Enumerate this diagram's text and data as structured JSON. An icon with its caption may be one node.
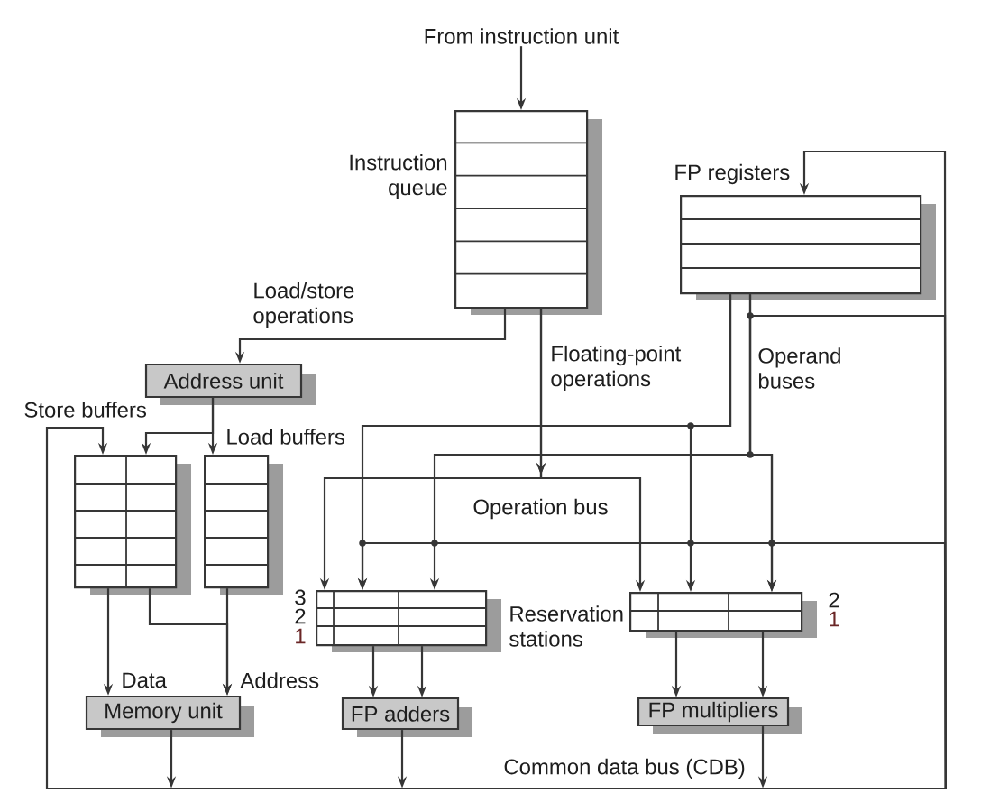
{
  "diagram": {
    "nodes": [
      {
        "text": [
          "From instruction unit"
        ]
      },
      {
        "text": [
          "Instruction queue"
        ]
      },
      {
        "text": [
          "FP registers"
        ]
      },
      {
        "text": [
          "Address unit"
        ]
      },
      {
        "text": [
          "Store buffers"
        ]
      },
      {
        "text": [
          "Load buffers"
        ]
      },
      {
        "text": [],
        "shape": "box",
        "beside": [
          "3",
          "2",
          "1"
        ]
      },
      {
        "text": [],
        "shape": "box",
        "beside": [
          "2",
          "1"
        ]
      },
      {
        "text": [
          "Memory unit"
        ]
      },
      {
        "text": [
          "FP adders"
        ]
      },
      {
        "text": [
          "FP multipliers"
        ]
      },
      {
        "text": [
          "Common data bus (CDB)"
        ]
      }
    ],
    "edges": [
      {
        "from": 0,
        "to": 1,
        "arrow": "to"
      },
      {
        "from": 1,
        "to": 3,
        "arrow": "to",
        "label": "Load/store operations"
      },
      {
        "from": 3,
        "to": 4,
        "arrow": "to"
      },
      {
        "from": 3,
        "to": 5,
        "arrow": "to"
      },
      {
        "from": 4,
        "to": 8,
        "arrow": "to",
        "label": "Data"
      },
      {
        "from": 4,
        "to": 8,
        "arrow": "to"
      },
      {
        "from": 5,
        "to": 8,
        "arrow": "to",
        "label": "Address"
      },
      {
        "from": 1,
        "to": 6,
        "arrow": "to",
        "label": "Floating-point operations"
      },
      {
        "from": 1,
        "to": 7,
        "arrow": "to"
      },
      {
        "from": 2,
        "to": 6,
        "arrow": "to"
      },
      {
        "from": 2,
        "to": 7,
        "arrow": "to"
      },
      {
        "from": 2,
        "to": 6,
        "arrow": "to"
      },
      {
        "from": 2,
        "to": 7,
        "arrow": "to"
      },
      {
        "from": 6,
        "to": 9,
        "arrow": "to"
      },
      {
        "from": 6,
        "to": 9,
        "arrow": "to"
      },
      {
        "from": 7,
        "to": 10,
        "arrow": "to"
      },
      {
        "from": 7,
        "to": 10,
        "arrow": "to"
      },
      {
        "from": 8,
        "to": 11,
        "arrow": "to"
      },
      {
        "from": 9,
        "to": 11,
        "arrow": "to"
      },
      {
        "from": 10,
        "to": 11,
        "arrow": "to"
      },
      {
        "from": 11,
        "to": 4,
        "arrow": "to"
      },
      {
        "from": 11,
        "to": 2,
        "arrow": "to"
      },
      {
        "from": 11,
        "to": 6,
        "arrow": "to"
      },
      {
        "from": 11,
        "to": 7,
        "arrow": "to"
      }
    ],
    "labels": [
      "Operation bus",
      "Operand buses",
      "Reservation stations"
    ]
  }
}
